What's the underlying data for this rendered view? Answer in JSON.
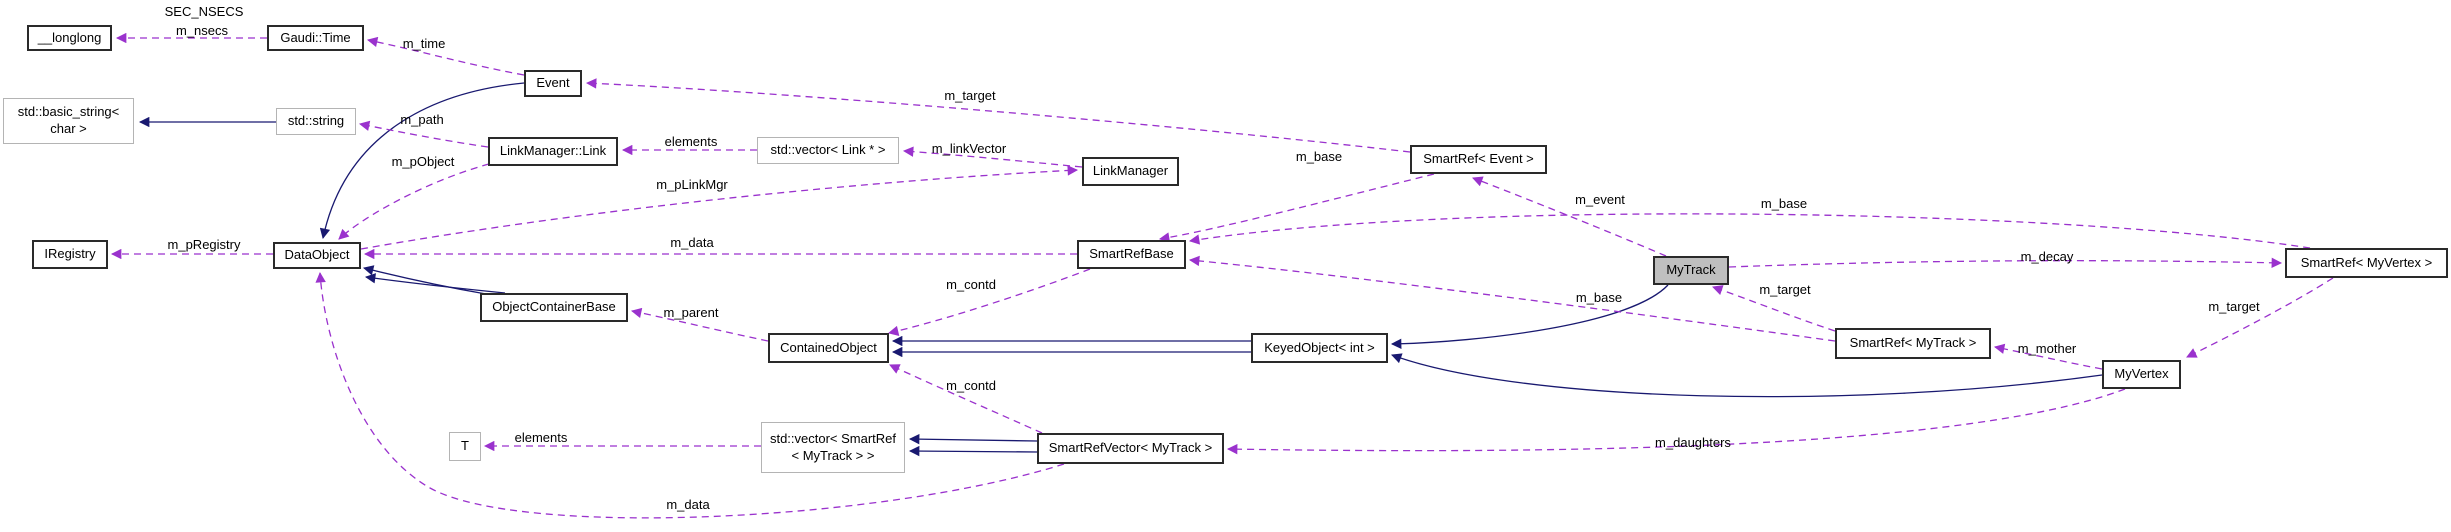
{
  "colors": {
    "inheritance-edge": "#191970",
    "usage-edge": "#9a32cd",
    "node-fill": "#ffffff",
    "node-border": "#2a2a2a",
    "external-border": "#b4b4b4",
    "focus-fill": "#bfbfbf"
  },
  "nodes": [
    {
      "label": "__longlong"
    },
    {
      "label": "Gaudi::Time"
    },
    {
      "label": "Event"
    },
    {
      "label": "std::basic_string<",
      "label2": "char >"
    },
    {
      "label": "std::string"
    },
    {
      "label": "LinkManager::Link"
    },
    {
      "label": "std::vector< Link * >"
    },
    {
      "label": "LinkManager"
    },
    {
      "label": "IRegistry"
    },
    {
      "label": "DataObject"
    },
    {
      "label": "SmartRefBase"
    },
    {
      "label": "SmartRef< Event >"
    },
    {
      "label": "ObjectContainerBase"
    },
    {
      "label": "ContainedObject"
    },
    {
      "label": "KeyedObject< int >"
    },
    {
      "label": "MyTrack"
    },
    {
      "label": "SmartRef< MyTrack >"
    },
    {
      "label": "SmartRef< MyVertex >"
    },
    {
      "label": "MyVertex"
    },
    {
      "label": "T"
    },
    {
      "label": "std::vector< SmartRef",
      "label2": "< MyTrack > >"
    },
    {
      "label": "SmartRefVector< MyTrack >"
    }
  ],
  "edge_labels": [
    {
      "text": "SEC_NSECS"
    },
    {
      "text": "m_nsecs"
    },
    {
      "text": "m_time"
    },
    {
      "text": "m_target"
    },
    {
      "text": "m_path"
    },
    {
      "text": "elements"
    },
    {
      "text": "m_linkVector"
    },
    {
      "text": "m_base"
    },
    {
      "text": "m_pObject"
    },
    {
      "text": "m_pLinkMgr"
    },
    {
      "text": "m_event"
    },
    {
      "text": "m_base"
    },
    {
      "text": "m_data"
    },
    {
      "text": "m_pRegistry"
    },
    {
      "text": "m_decay"
    },
    {
      "text": "m_contd"
    },
    {
      "text": "m_target"
    },
    {
      "text": "m_base"
    },
    {
      "text": "m_target"
    },
    {
      "text": "m_parent"
    },
    {
      "text": "m_mother"
    },
    {
      "text": "m_contd"
    },
    {
      "text": "elements"
    },
    {
      "text": "m_daughters"
    },
    {
      "text": "m_data"
    }
  ]
}
